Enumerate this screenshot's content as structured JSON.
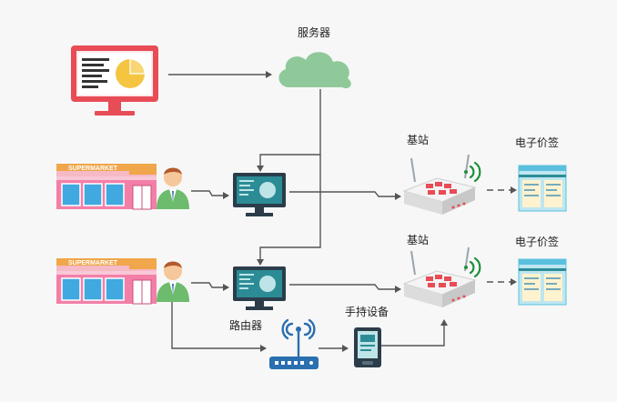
{
  "labels": {
    "server": "服务器",
    "base_station_1": "基站",
    "base_station_2": "基站",
    "esl_1": "电子价签",
    "esl_2": "电子价签",
    "router": "路由器",
    "handheld": "手持设备"
  },
  "stores": [
    {
      "sign": "SUPERMARKET"
    },
    {
      "sign": "SUPERMARKET"
    }
  ],
  "colors": {
    "arrow": "#555555",
    "cloud": "#8fc99a",
    "monitor_red": "#e84c56",
    "pie_yellow": "#f5c542",
    "screen_teal": "#2c8c96",
    "store_pink": "#f37fa8",
    "esl_blue": "#5bc0de"
  }
}
